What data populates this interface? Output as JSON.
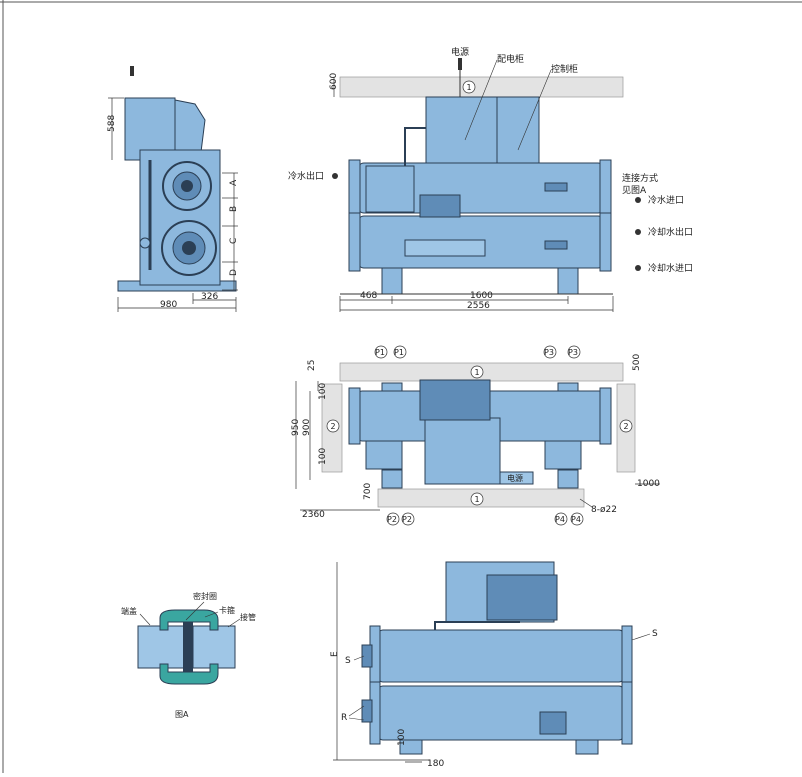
{
  "colors": {
    "machine": "#8db8dd",
    "machine_dark": "#5f8cb7",
    "machine_line": "#2b3f55",
    "clearance": "#e3e3e3",
    "line": "#333333",
    "seal": "#3aa6a0",
    "pipe": "#9fc6e6"
  },
  "side_view": {
    "dims": {
      "height": "588",
      "width": "980",
      "base": "326"
    },
    "section_letters": [
      "A",
      "B",
      "C",
      "D"
    ]
  },
  "front_view": {
    "clearance_top": "600",
    "labels": {
      "power": "电源",
      "distribution_cabinet": "配电柜",
      "control_cabinet": "控制柜",
      "chilled_water_out": "冷水出口",
      "connection_note": "连接方式",
      "connection_note2": "见图A",
      "chilled_water_in": "冷水进口",
      "cooling_water_out": "冷却水出口",
      "cooling_water_in": "冷却水进口"
    },
    "dims": {
      "left": "468",
      "center": "1600",
      "total": "2556"
    },
    "circle_1": "1"
  },
  "plan_view": {
    "dims": {
      "top_gap": "25",
      "right_clear": "500",
      "right_side": "1000",
      "left_950": "950",
      "left_900": "900",
      "upper_100": "100",
      "lower_100": "100",
      "bottom_700": "700",
      "bottom_2360": "2360",
      "bolts": "8-ø22"
    },
    "markers": {
      "p1": "P1",
      "p2": "P2",
      "p3": "P3",
      "p4": "P4",
      "c1": "1",
      "c2": "2"
    },
    "power_box": "电源"
  },
  "detail_a": {
    "labels": {
      "seal": "密封圈",
      "cap": "端盖",
      "clamp": "卡箍",
      "pipe": "接管"
    },
    "caption": "图A"
  },
  "rear_view": {
    "labels": {
      "E": "E",
      "S": "S",
      "R": "R"
    },
    "dims": {
      "bottom_100": "100",
      "bottom_180": "180"
    }
  }
}
